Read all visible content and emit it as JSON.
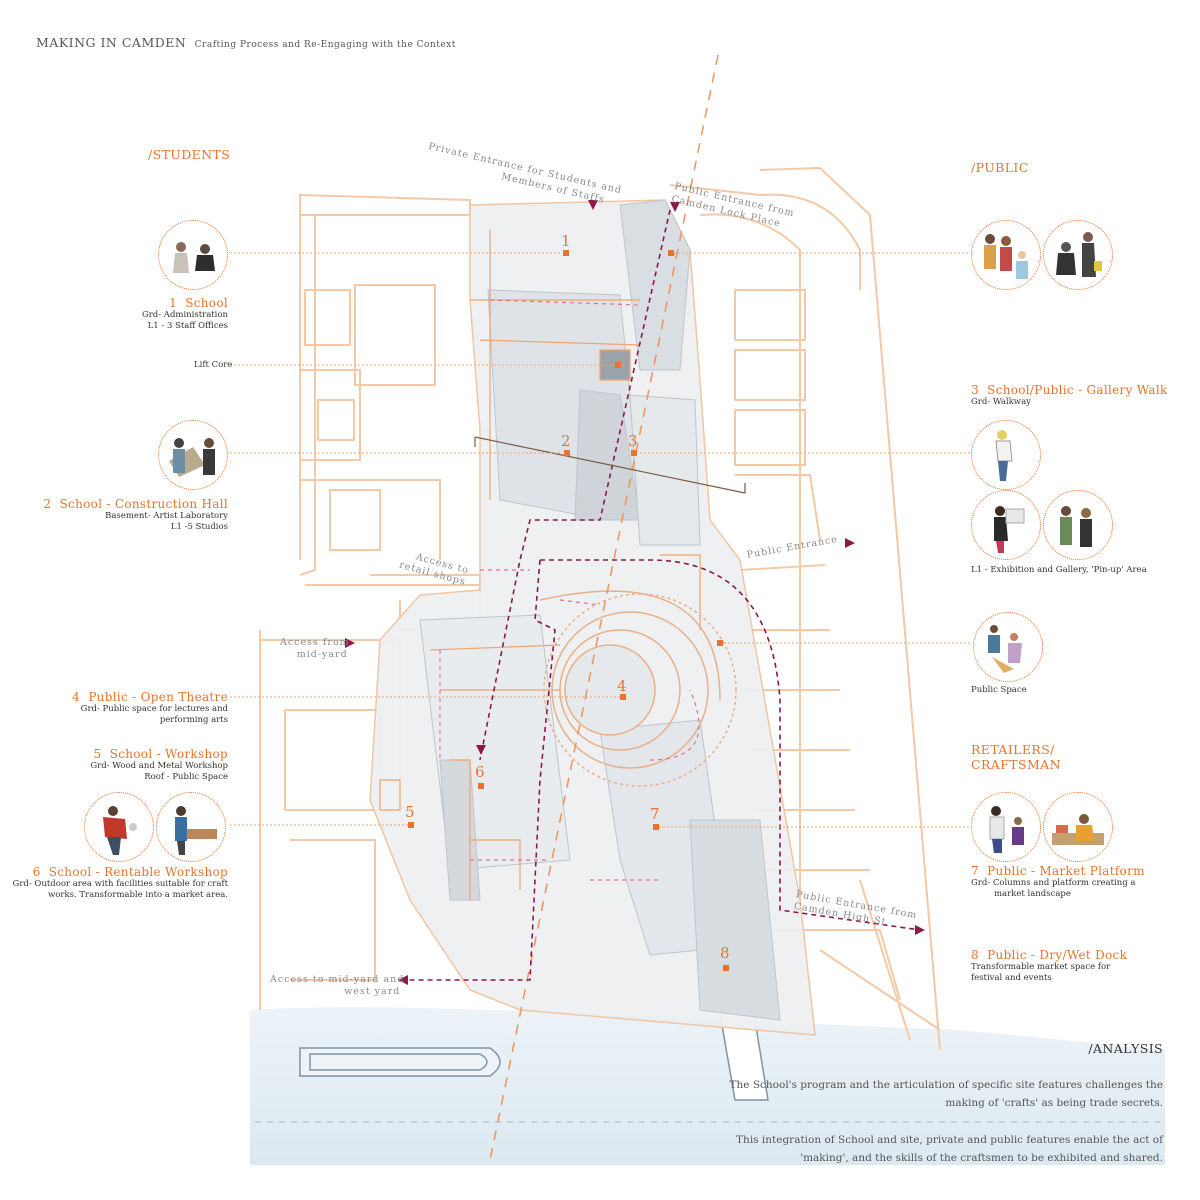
{
  "header": {
    "title": "MAKING IN CAMDEN",
    "subtitle": "Crafting Process and Re-Engaging with the Context"
  },
  "groups": {
    "students": "/STUDENTS",
    "public": "/PUBLIC",
    "retailers_line1": "RETAILERS/",
    "retailers_line2": "CRAFTSMAN"
  },
  "zones": {
    "z1": {
      "num": "1",
      "title": "School",
      "desc1": "Grd- Administration",
      "desc2": "L1 - 3 Staff Offices"
    },
    "z2": {
      "num": "2",
      "title": "School - Construction Hall",
      "desc1": "Basement- Artist Laboratory",
      "desc2": "L1 -5 Studios"
    },
    "z3": {
      "num": "3",
      "title": "School/Public - Gallery Walk",
      "desc1": "Grd- Walkway",
      "desc2": "L1 - Exhibition and Gallery, 'Pin-up' Area"
    },
    "z4": {
      "num": "4",
      "title": "Public - Open Theatre",
      "desc1": "Grd- Public space for lectures and",
      "desc2": "performing arts"
    },
    "z5": {
      "num": "5",
      "title": "School - Workshop",
      "desc1": "Grd- Wood and Metal Workshop",
      "desc2": "Roof - Public Space"
    },
    "z6": {
      "num": "6",
      "title": "School - Rentable Workshop",
      "desc1": "Grd- Outdoor area with facilities suitable for craft",
      "desc2": "works. Transformable into a market area."
    },
    "z7": {
      "num": "7",
      "title": "Public - Market Platform",
      "desc1": "Grd- Columns and platform creating a",
      "desc2": "market landscape"
    },
    "z8": {
      "num": "8",
      "title": "Public - Dry/Wet Dock",
      "desc1": "Transformable market space for",
      "desc2": "festival and events"
    }
  },
  "notes": {
    "lift_core": "Lift Core",
    "public_space": "Public Space"
  },
  "site_labels": {
    "private_entrance_1": "Private Entrance for Students and",
    "private_entrance_2": "Members of Staffs",
    "public_entrance_lock_1": "Public Entrance from",
    "public_entrance_lock_2": "Camden Lock Place",
    "public_entrance": "Public Entrance",
    "access_retail_1": "Access to",
    "access_retail_2": "retail shops",
    "access_midyard_1": "Access from",
    "access_midyard_2": "mid-yard",
    "public_entrance_high_1": "Public Entrance from",
    "public_entrance_high_2": "Camden High St",
    "access_west_1": "Access to mid-yard and",
    "access_west_2": "west yard"
  },
  "analysis": {
    "title": "/ANALYSIS",
    "p1_line1": "The School's program and the articulation of specific site features challenges the",
    "p1_line2": "making of 'crafts' as being trade secrets.",
    "p2_line1": "This integration of School and site, private and public features enable the act of",
    "p2_line2": "'making', and the skills of the craftsmen to be exhibited and shared."
  },
  "colors": {
    "accent_orange": "#e8742b",
    "path_purple": "#8b1a4a",
    "path_pink": "#e0709a",
    "line_peach": "#f5c9a6",
    "water_blue": "#dce9f2"
  },
  "icons": {
    "photo_people": "people-photo-icon",
    "direction_arrow": "arrow-icon"
  }
}
